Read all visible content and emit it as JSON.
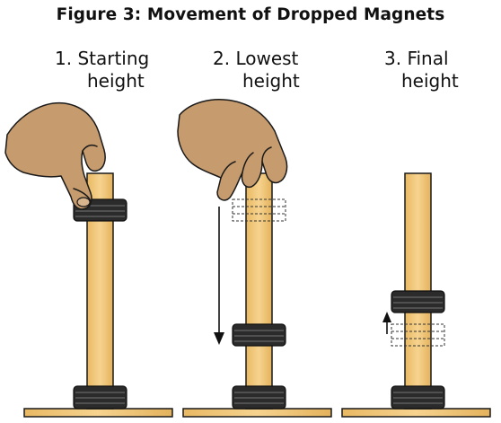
{
  "title": "Figure 3: Movement of Dropped Magnets",
  "panels": [
    {
      "line1": "1. Starting",
      "line2": "height"
    },
    {
      "line1": "2. Lowest",
      "line2": "height"
    },
    {
      "line1": "3. Final",
      "line2": "height"
    }
  ],
  "colors": {
    "wood": "#f1c87c",
    "outline": "#1a1a1a",
    "magnet": "#2b2b2b",
    "magnet_shine": "#5c5c5c",
    "skin": "#c69b6d"
  }
}
